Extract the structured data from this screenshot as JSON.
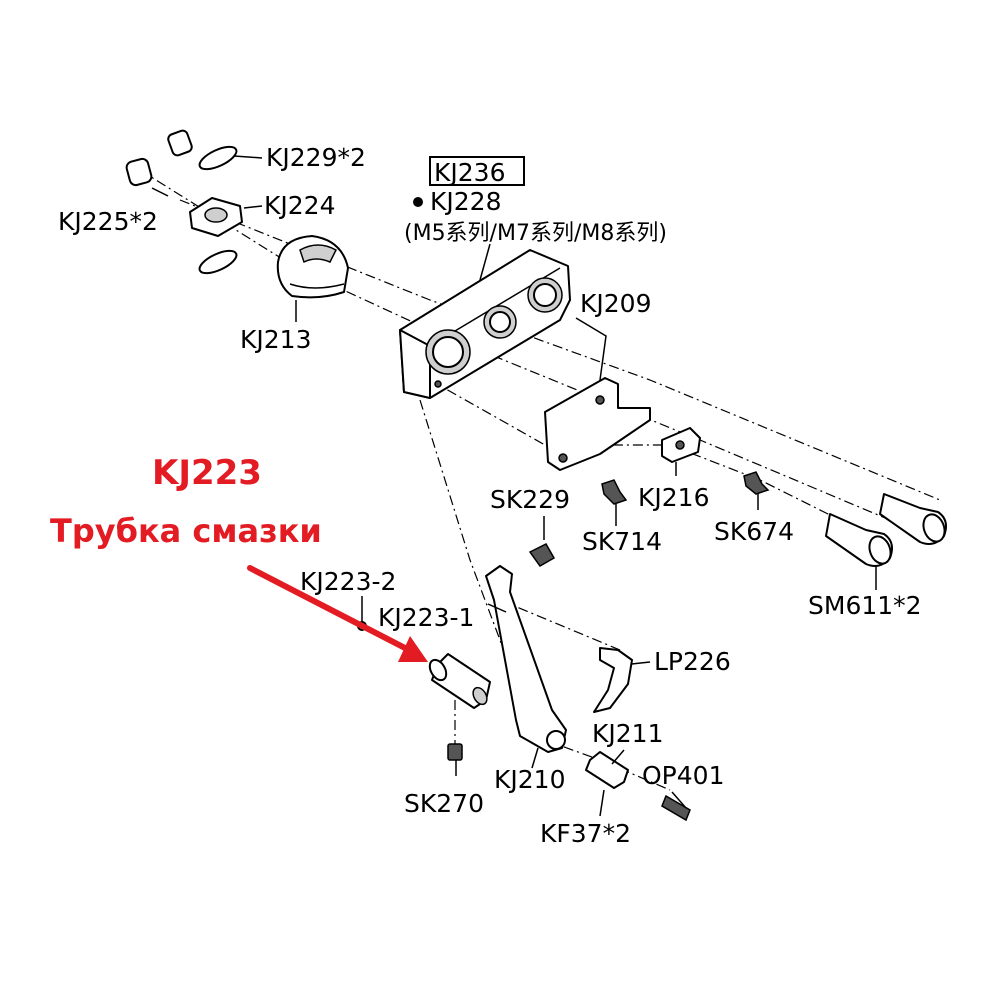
{
  "highlight": {
    "code": "KJ223",
    "description": "Трубка смазки",
    "color": "#e31b23"
  },
  "labels": {
    "kj229": "KJ229*2",
    "kj224": "KJ224",
    "kj225": "KJ225*2",
    "kj213": "KJ213",
    "kj236": "KJ236",
    "kj228": "KJ228",
    "series": "(M5系列/M7系列/M8系列)",
    "kj209": "KJ209",
    "sk229": "SK229",
    "kj216": "KJ216",
    "sk714": "SK714",
    "sk674": "SK674",
    "sm611": "SM611*2",
    "kj223_2": "KJ223-2",
    "kj223_1": "KJ223-1",
    "lp226": "LP226",
    "kj211": "KJ211",
    "op401": "OP401",
    "kj210": "KJ210",
    "sk270": "SK270",
    "kf37": "KF37*2"
  },
  "icons": {
    "bullet": "filled-dot",
    "pointer": "red-arrow"
  }
}
